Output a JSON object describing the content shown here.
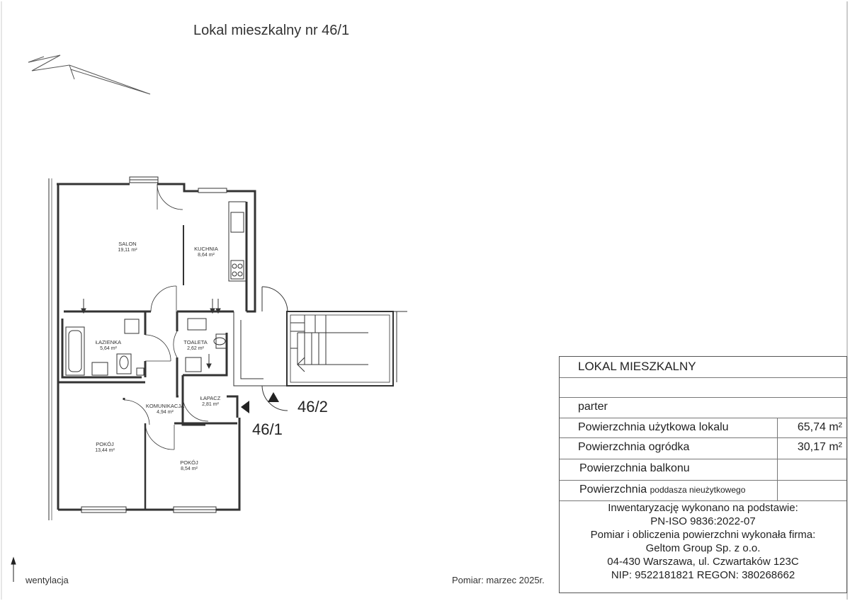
{
  "title": "Lokal mieszkalny nr 46/1",
  "survey_date": "Pomiar: marzec 2025r.",
  "legend": {
    "ventilation_label": "wentylacja",
    "ventilation_icon": "arrow-up-icon"
  },
  "rooms": [
    {
      "id": "salon",
      "name": "SALON",
      "area": "19,11 m²"
    },
    {
      "id": "kuchnia",
      "name": "KUCHNIA",
      "area": "8,64 m²"
    },
    {
      "id": "lazienka",
      "name": "ŁAZIENKA",
      "area": "5,64 m²"
    },
    {
      "id": "toaleta",
      "name": "TOALETA",
      "area": "2,62 m²"
    },
    {
      "id": "lapacz",
      "name": "ŁAPACZ",
      "area": "2,81 m²"
    },
    {
      "id": "komunikacja",
      "name": "KOMUNIKACJA",
      "area": "4,94 m²"
    },
    {
      "id": "pokoj1",
      "name": "POKÓJ",
      "area": "13,44 m²"
    },
    {
      "id": "pokoj2",
      "name": "POKÓJ",
      "area": "8,54 m²"
    }
  ],
  "unit_tags": {
    "this_unit": "46/1",
    "neighbor_unit": "46/2"
  },
  "info_table": {
    "header": "LOKAL MIESZKALNY",
    "floor": "parter",
    "rows": [
      {
        "label": "Powierzchnia użytkowa lokalu",
        "value": "65,74  m²"
      },
      {
        "label": "Powierzchnia ogródka",
        "value": "30,17  m²"
      },
      {
        "label": "Powierzchnia balkonu",
        "value": ""
      },
      {
        "label_main": "Powierzchnia",
        "label_small": "poddasza nieużytkowego",
        "value": ""
      }
    ],
    "notes": [
      "Inwentaryzację wykonano na podstawie:",
      "PN-ISO 9836:2022-07",
      "Pomiar i obliczenia powierzchni wykonała firma:",
      "Geltom Group Sp. z o.o.",
      "04-430 Warszawa, ul. Czwartaków 123C",
      "NIP: 9522181821 REGON: 380268662"
    ]
  }
}
